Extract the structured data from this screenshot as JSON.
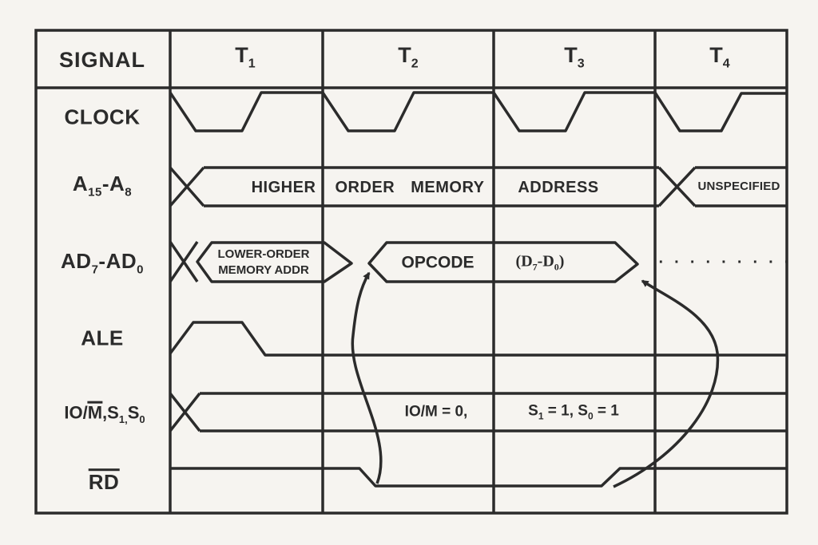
{
  "title": "8085 opcode fetch machine cycle timing diagram",
  "colors": {
    "ink": "#2b2b2b",
    "bg": "#f6f4f0"
  },
  "header": {
    "signal_col": "SIGNAL",
    "t1": {
      "base": "T",
      "sub": "1"
    },
    "t2": {
      "base": "T",
      "sub": "2"
    },
    "t3": {
      "base": "T",
      "sub": "3"
    },
    "t4": {
      "base": "T",
      "sub": "4"
    }
  },
  "signals": {
    "clock": "CLOCK",
    "addr_high": {
      "p0": "A",
      "s0": "15",
      "p1": "-A",
      "s1": "8"
    },
    "addr_data": {
      "p0": "AD",
      "s0": "7",
      "p1": "-AD",
      "s1": "0"
    },
    "ale": "ALE",
    "status": {
      "p0": "IO/",
      "over": "M",
      "p1": ",S",
      "s1": "1,",
      "p2": "S",
      "s2": "0"
    },
    "rd": "RD"
  },
  "annotations": {
    "addr_bus": {
      "t1": "HIGHER",
      "t2": "ORDER MEMORY",
      "t3": "ADDRESS",
      "t4": "UNSPECIFIED"
    },
    "ad_bus": {
      "t1_line1": "LOWER-ORDER",
      "t1_line2": "MEMORY ADDR",
      "t2": "OPCODE",
      "t3": {
        "p0": "(D",
        "s0": "7",
        "p1": "-D",
        "s1": "0",
        "p2": ")"
      },
      "t4_dots": "·········"
    },
    "status_values": {
      "t2": "IO/M = 0,",
      "t3": {
        "p0": "S",
        "s0": "1",
        "p1": " = 1, S",
        "s1": "0",
        "p2": " = 1"
      }
    }
  }
}
